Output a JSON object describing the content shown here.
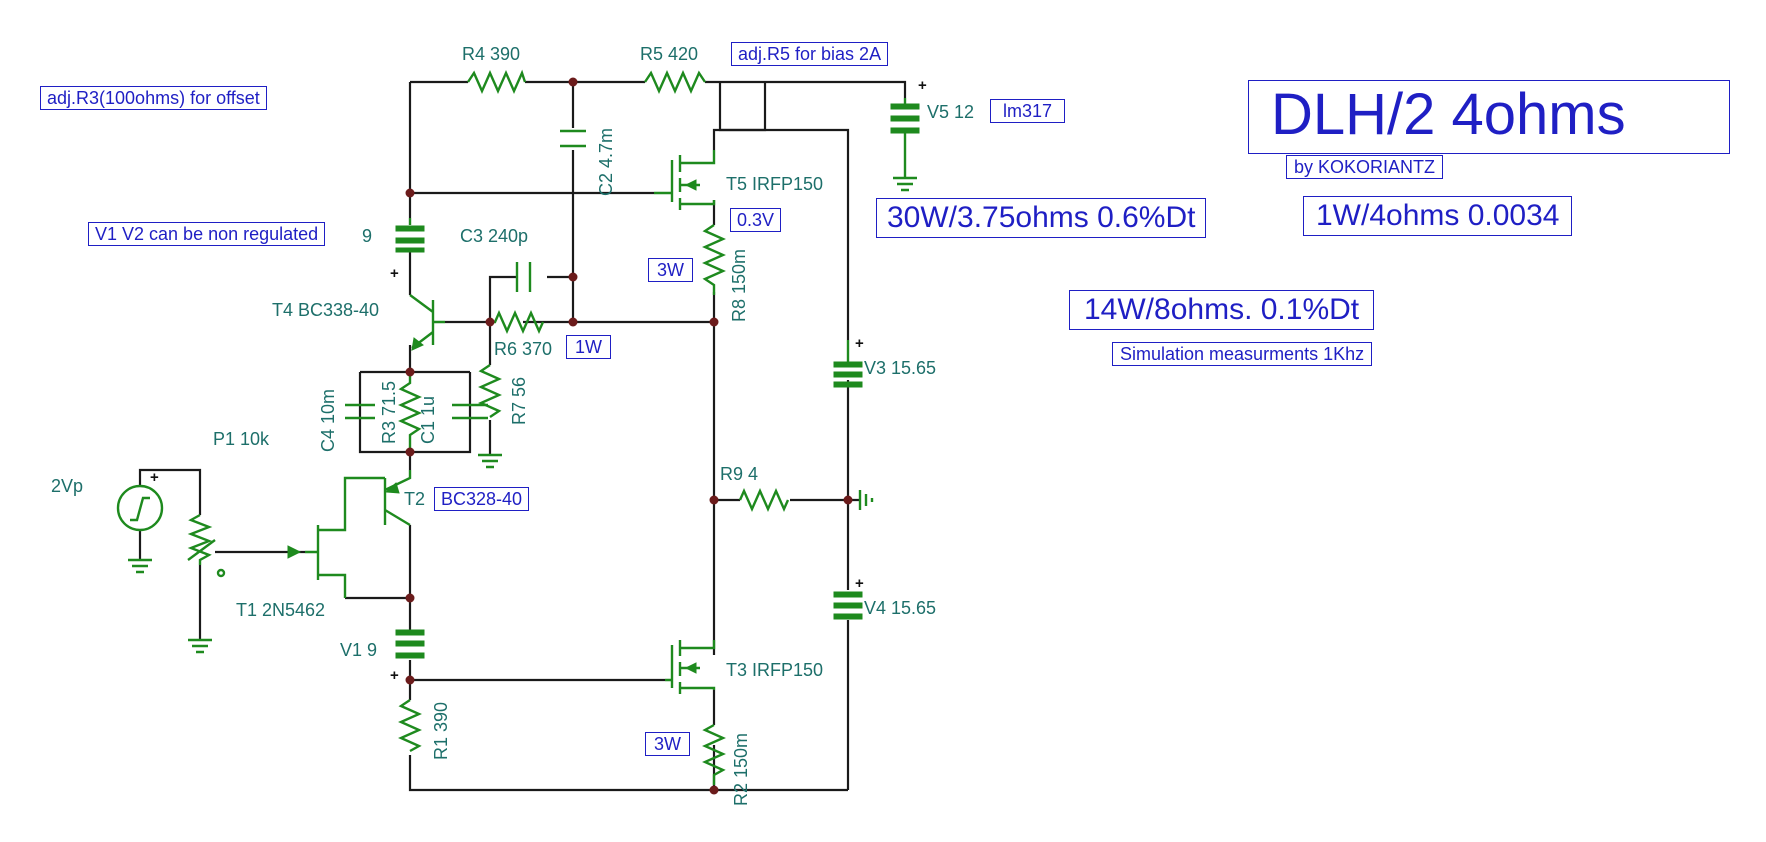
{
  "title": {
    "main": "DLH/2   4ohms",
    "author": "by KOKORIANTZ"
  },
  "notes": {
    "offset": "adj.R3(100ohms) for offset",
    "bias": "adj.R5 for bias 2A",
    "supply": "V1 V2 can be non regulated",
    "lm317": "lm317",
    "r8_voltage": "0.3V",
    "r8_power": "3W",
    "r6_power": "1W",
    "t2_type": "BC328-40",
    "r2_power": "3W",
    "sim": "Simulation measurments 1Khz"
  },
  "results": {
    "r1": "30W/3.75ohms  0.6%Dt",
    "r2": "1W/4ohms 0.0034",
    "r3": "14W/8ohms. 0.1%Dt"
  },
  "components": {
    "r4": "R4 390",
    "r5": "R5 420",
    "v5": "V5 12",
    "c2": "C2 4.7m",
    "t5": "T5 IRFP150",
    "c3": "C3 240p",
    "v2": "9",
    "r8": "R8 150m",
    "t4": "T4 BC338-40",
    "r6": "R6 370",
    "r7": "R7 56",
    "c4": "C4 10m",
    "r3": "R3 71.5",
    "c1": "C1 1u",
    "v3": "V3 15.65",
    "p1": "P1 10k",
    "source": "2Vp",
    "t2": "T2",
    "r9": "R9 4",
    "t1": "T1 2N5462",
    "v4": "V4 15.65",
    "v1": "V1 9",
    "t3": "T3 IRFP150",
    "r1": "R1 390",
    "r2": "R2 150m"
  },
  "colors": {
    "wire": "#1a1a1a",
    "component": "#1e8a1e",
    "label": "#1d6f6a",
    "annotation": "#1f1fc4",
    "junction": "#6b1b1b"
  }
}
